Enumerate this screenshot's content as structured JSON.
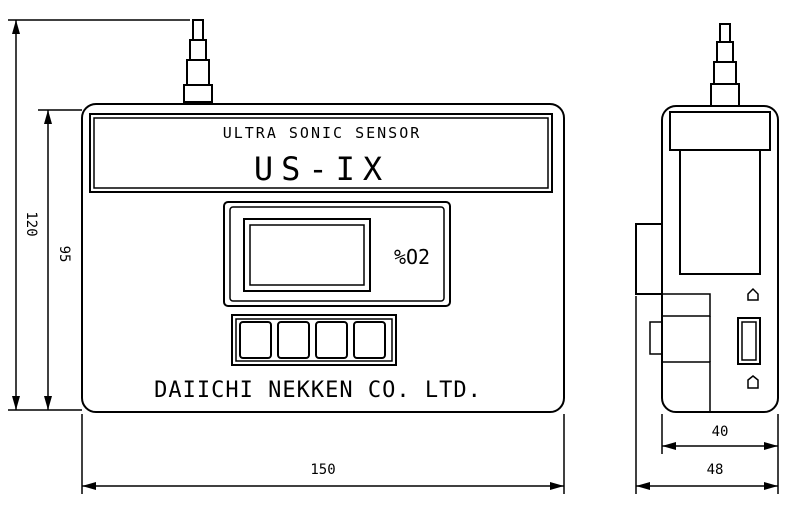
{
  "device": {
    "subtitle": "ULTRA SONIC SENSOR",
    "model": "US-IX",
    "display_unit": "%O2",
    "manufacturer": "DAIICHI NEKKEN CO. LTD."
  },
  "dimensions": {
    "front_total_height": "120",
    "front_body_height": "95",
    "front_width": "150",
    "side_inner_width": "40",
    "side_total_width": "48"
  }
}
